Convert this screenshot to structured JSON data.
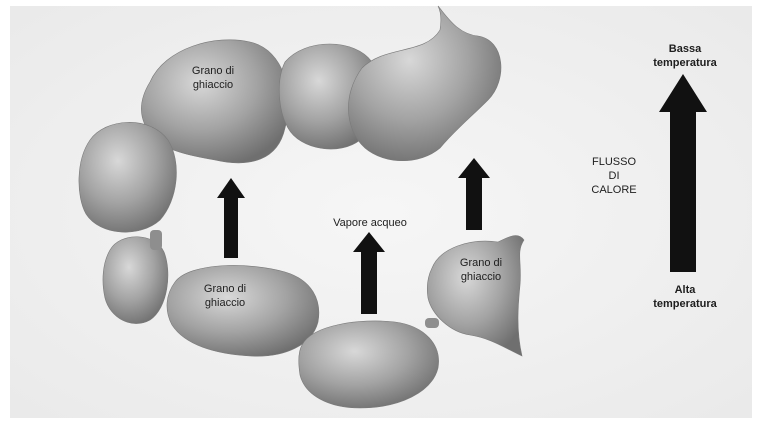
{
  "grain_labels": {
    "top_left": "Grano di\nghiaccio",
    "bottom_left": "Grano di\nghiaccio",
    "right": "Grano di\nghiaccio"
  },
  "vapor_label": "Vapore acqueo",
  "heat_flow_label": "FLUSSO\nDI\nCALORE",
  "temperature": {
    "low": "Bassa\ntemperatura",
    "high": "Alta\ntemperatura"
  },
  "colors": {
    "grain": "#9a9a9a",
    "arrow": "#111111",
    "background": "#f4f4f4"
  }
}
